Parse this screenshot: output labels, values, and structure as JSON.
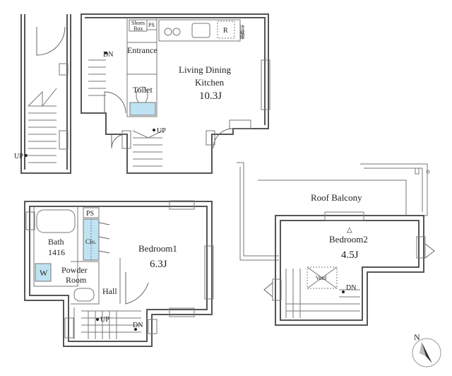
{
  "rooms": {
    "shoes_box": "Shoes\nBox",
    "ps_top": "PS",
    "entrance": "Entrance",
    "toilet": "Toilet",
    "ldk_line1": "Living Dining",
    "ldk_line2": "Kitchen",
    "ldk_size": "10.3J",
    "fridge": "R",
    "sign_vertical": "冷蔵庫",
    "roof_balcony": "Roof Balcony",
    "bedroom2": "Bedroom2",
    "bedroom2_size": "4.5J",
    "void": "Void",
    "bath": "Bath",
    "bath_size": "1416",
    "ps_bottom": "PS",
    "closet": "Clo.",
    "washer": "W",
    "powder_room_line1": "Powder",
    "powder_room_line2": "Room",
    "hall": "Hall",
    "bedroom1": "Bedroom1",
    "bedroom1_size": "6.3J"
  },
  "stairs": {
    "up_left": "UP",
    "dn_top": "DN",
    "up_mid": "UP",
    "dn_br2": "DN",
    "up_bottom": "UP",
    "dn_bottom": "DN"
  },
  "compass": {
    "label": "N"
  },
  "colors": {
    "wall": "#555555",
    "blue_area": "#bfe3f2",
    "background": "#ffffff"
  }
}
